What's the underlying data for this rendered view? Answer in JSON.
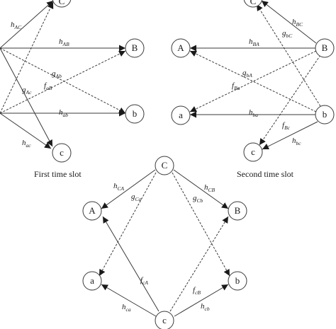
{
  "captions": {
    "slot1": "First time slot",
    "slot2": "Second time slot"
  },
  "nodes": {
    "slot1_C": "C",
    "slot1_B": "B",
    "slot1_b": "b",
    "slot1_c": "c",
    "slot2_C": "C",
    "slot2_A": "A",
    "slot2_B": "B",
    "slot2_a": "a",
    "slot2_b": "b",
    "slot2_c": "c",
    "slot3_C": "C",
    "slot3_A": "A",
    "slot3_B": "B",
    "slot3_a": "a",
    "slot3_b": "b",
    "slot3_c": "c"
  },
  "edge_labels": {
    "slot1": {
      "hAC": {
        "main": "h",
        "sub": "AC"
      },
      "hAB": {
        "main": "h",
        "sub": "AB"
      },
      "gAb": {
        "main": "g",
        "sub": "Ab"
      },
      "faB": {
        "main": "f",
        "sub": "aB"
      },
      "gAc": {
        "main": "g",
        "sub": "Ac"
      },
      "hab": {
        "main": "h",
        "sub": "ab"
      },
      "hac": {
        "main": "h",
        "sub": "ac"
      }
    },
    "slot2": {
      "hBC": {
        "main": "h",
        "sub": "BC"
      },
      "gbC": {
        "main": "g",
        "sub": "bC"
      },
      "hBA": {
        "main": "h",
        "sub": "BA"
      },
      "gbA": {
        "main": "g",
        "sub": "bA"
      },
      "fBa": {
        "main": "f",
        "sub": "Ba"
      },
      "hba": {
        "main": "h",
        "sub": "ba"
      },
      "fBc": {
        "main": "f",
        "sub": "Bc"
      },
      "hbc": {
        "main": "h",
        "sub": "bc"
      }
    },
    "slot3": {
      "hCA": {
        "main": "h",
        "sub": "CA"
      },
      "gCa": {
        "main": "g",
        "sub": "Ca"
      },
      "hCB": {
        "main": "h",
        "sub": "CB"
      },
      "gCb": {
        "main": "g",
        "sub": "Cb"
      },
      "fcA": {
        "main": "f",
        "sub": "cA"
      },
      "fcB": {
        "main": "f",
        "sub": "cB"
      },
      "hca": {
        "main": "h",
        "sub": "ca"
      },
      "hcb": {
        "main": "h",
        "sub": "cb"
      }
    }
  }
}
